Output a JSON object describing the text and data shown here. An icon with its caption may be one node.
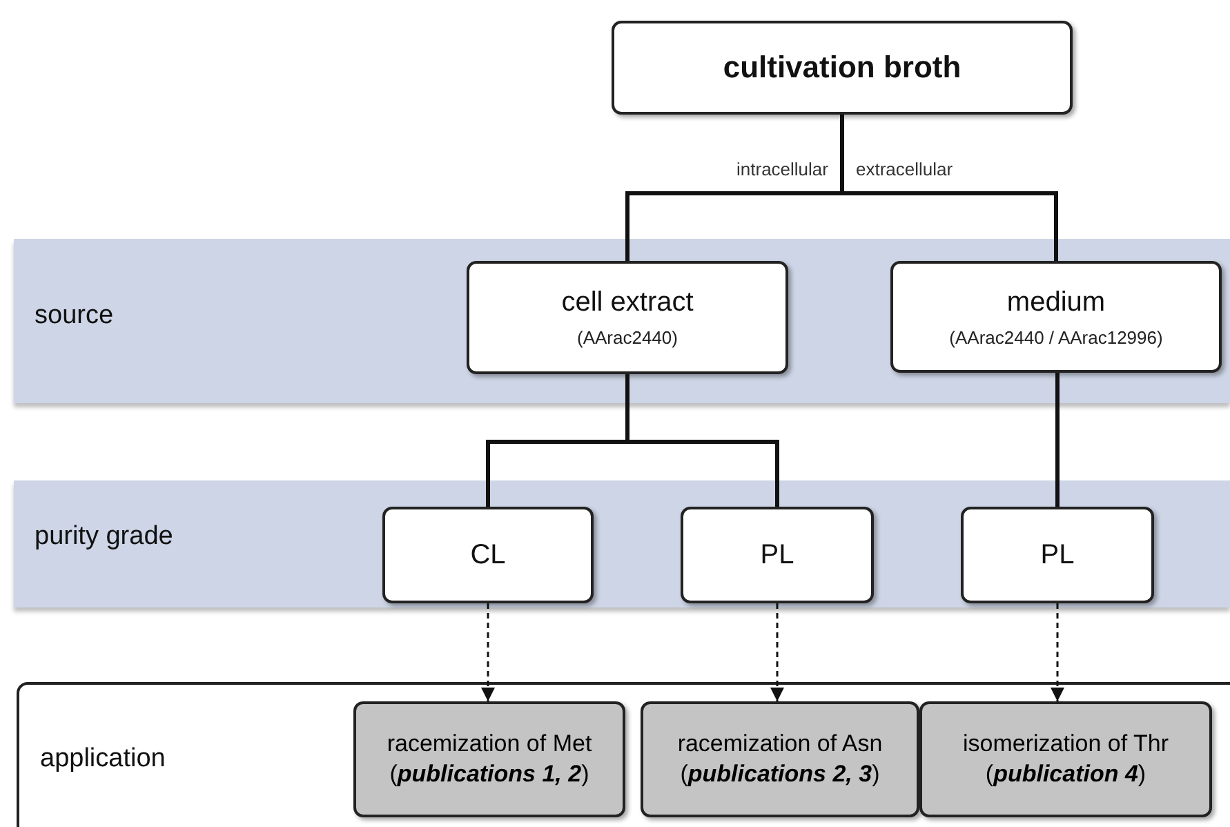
{
  "diagram": {
    "nodes": [
      {
        "text": [
          "cultivation broth"
        ]
      },
      {
        "text": [
          "source"
        ]
      },
      {
        "text": [
          "cell extract",
          "(AArac2440)"
        ],
        "in": 1
      },
      {
        "text": [
          "medium",
          "(AArac2440 / AArac12996)"
        ],
        "in": 1
      },
      {
        "text": [
          "purity grade"
        ]
      },
      {
        "text": [
          "CL"
        ],
        "in": 4
      },
      {
        "text": [
          "PL"
        ],
        "in": 4
      },
      {
        "text": [
          "PL"
        ],
        "in": 4
      },
      {
        "text": [
          "application"
        ]
      },
      {
        "text": [
          "racemization of Met",
          "(**publications 1, 2**)"
        ],
        "in": 8
      },
      {
        "text": [
          "racemization of Asn",
          "(**publications 2, 3**)"
        ],
        "in": 8
      },
      {
        "text": [
          "isomerization of Thr",
          "(**publication 4**)"
        ],
        "in": 8
      }
    ],
    "edges": [
      {
        "from": 0,
        "to": 2,
        "arrow": "none",
        "label": "intracellular"
      },
      {
        "from": 0,
        "to": 3,
        "arrow": "none",
        "label": "extracellular"
      },
      {
        "from": 2,
        "to": 5,
        "arrow": "none"
      },
      {
        "from": 2,
        "to": 6,
        "arrow": "none"
      },
      {
        "from": 3,
        "to": 7,
        "arrow": "none"
      },
      {
        "from": 5,
        "to": 9,
        "arrow": "to",
        "style": "dashed"
      },
      {
        "from": 6,
        "to": 10,
        "arrow": "to",
        "style": "dashed"
      },
      {
        "from": 7,
        "to": 11,
        "arrow": "to",
        "style": "dashed"
      }
    ]
  }
}
